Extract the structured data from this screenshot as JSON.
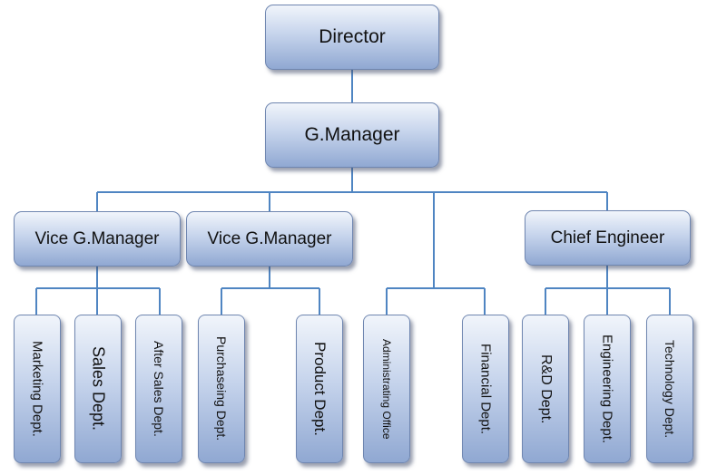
{
  "org_chart": {
    "director": "Director",
    "general_manager": "G.Manager",
    "vice_manager_1": "Vice G.Manager",
    "vice_manager_2": "Vice G.Manager",
    "chief_engineer": "Chief Engineer",
    "departments": [
      "Marketing Dept.",
      "Sales Dept.",
      "After Sales Dept.",
      "Purchaseing Dept.",
      "Product Dept.",
      "Administrating Office",
      "Financial Dept.",
      "R&D Dept.",
      "Engineering Dept.",
      "Technology Dept."
    ]
  },
  "colors": {
    "connector": "#4f85c2",
    "box_border": "#6f86b0",
    "box_top": "#f1f5fb",
    "box_bottom": "#90a8d2"
  }
}
